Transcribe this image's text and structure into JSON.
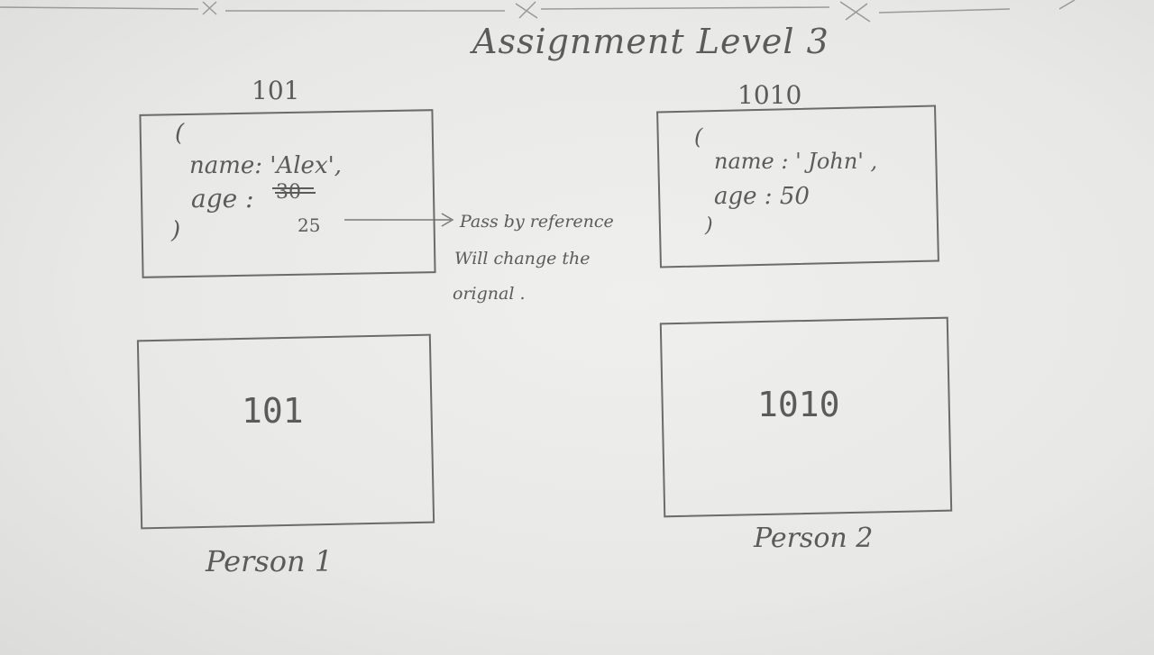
{
  "title": "Assignment Level 3",
  "heap": {
    "left": {
      "address": "101",
      "open_brace": "(",
      "name_line": "name: 'Alex',",
      "age_label": "age :",
      "age_struck": "30",
      "age_new": "25",
      "close_brace": ")"
    },
    "right": {
      "address": "1010",
      "open_brace": "(",
      "name_line": "name : ' John' ,",
      "age_line": "age  : 50",
      "close_brace": ")"
    }
  },
  "annotation": {
    "line1": "Pass by reference",
    "line2": "Will change the",
    "line3": "orignal ."
  },
  "stack": {
    "left": {
      "value": "101",
      "label": "Person 1"
    },
    "right": {
      "value": "1010",
      "label": "Person 2"
    }
  },
  "colors": {
    "pencil": "#5b5b5b",
    "paper": "#e9e9e7"
  }
}
